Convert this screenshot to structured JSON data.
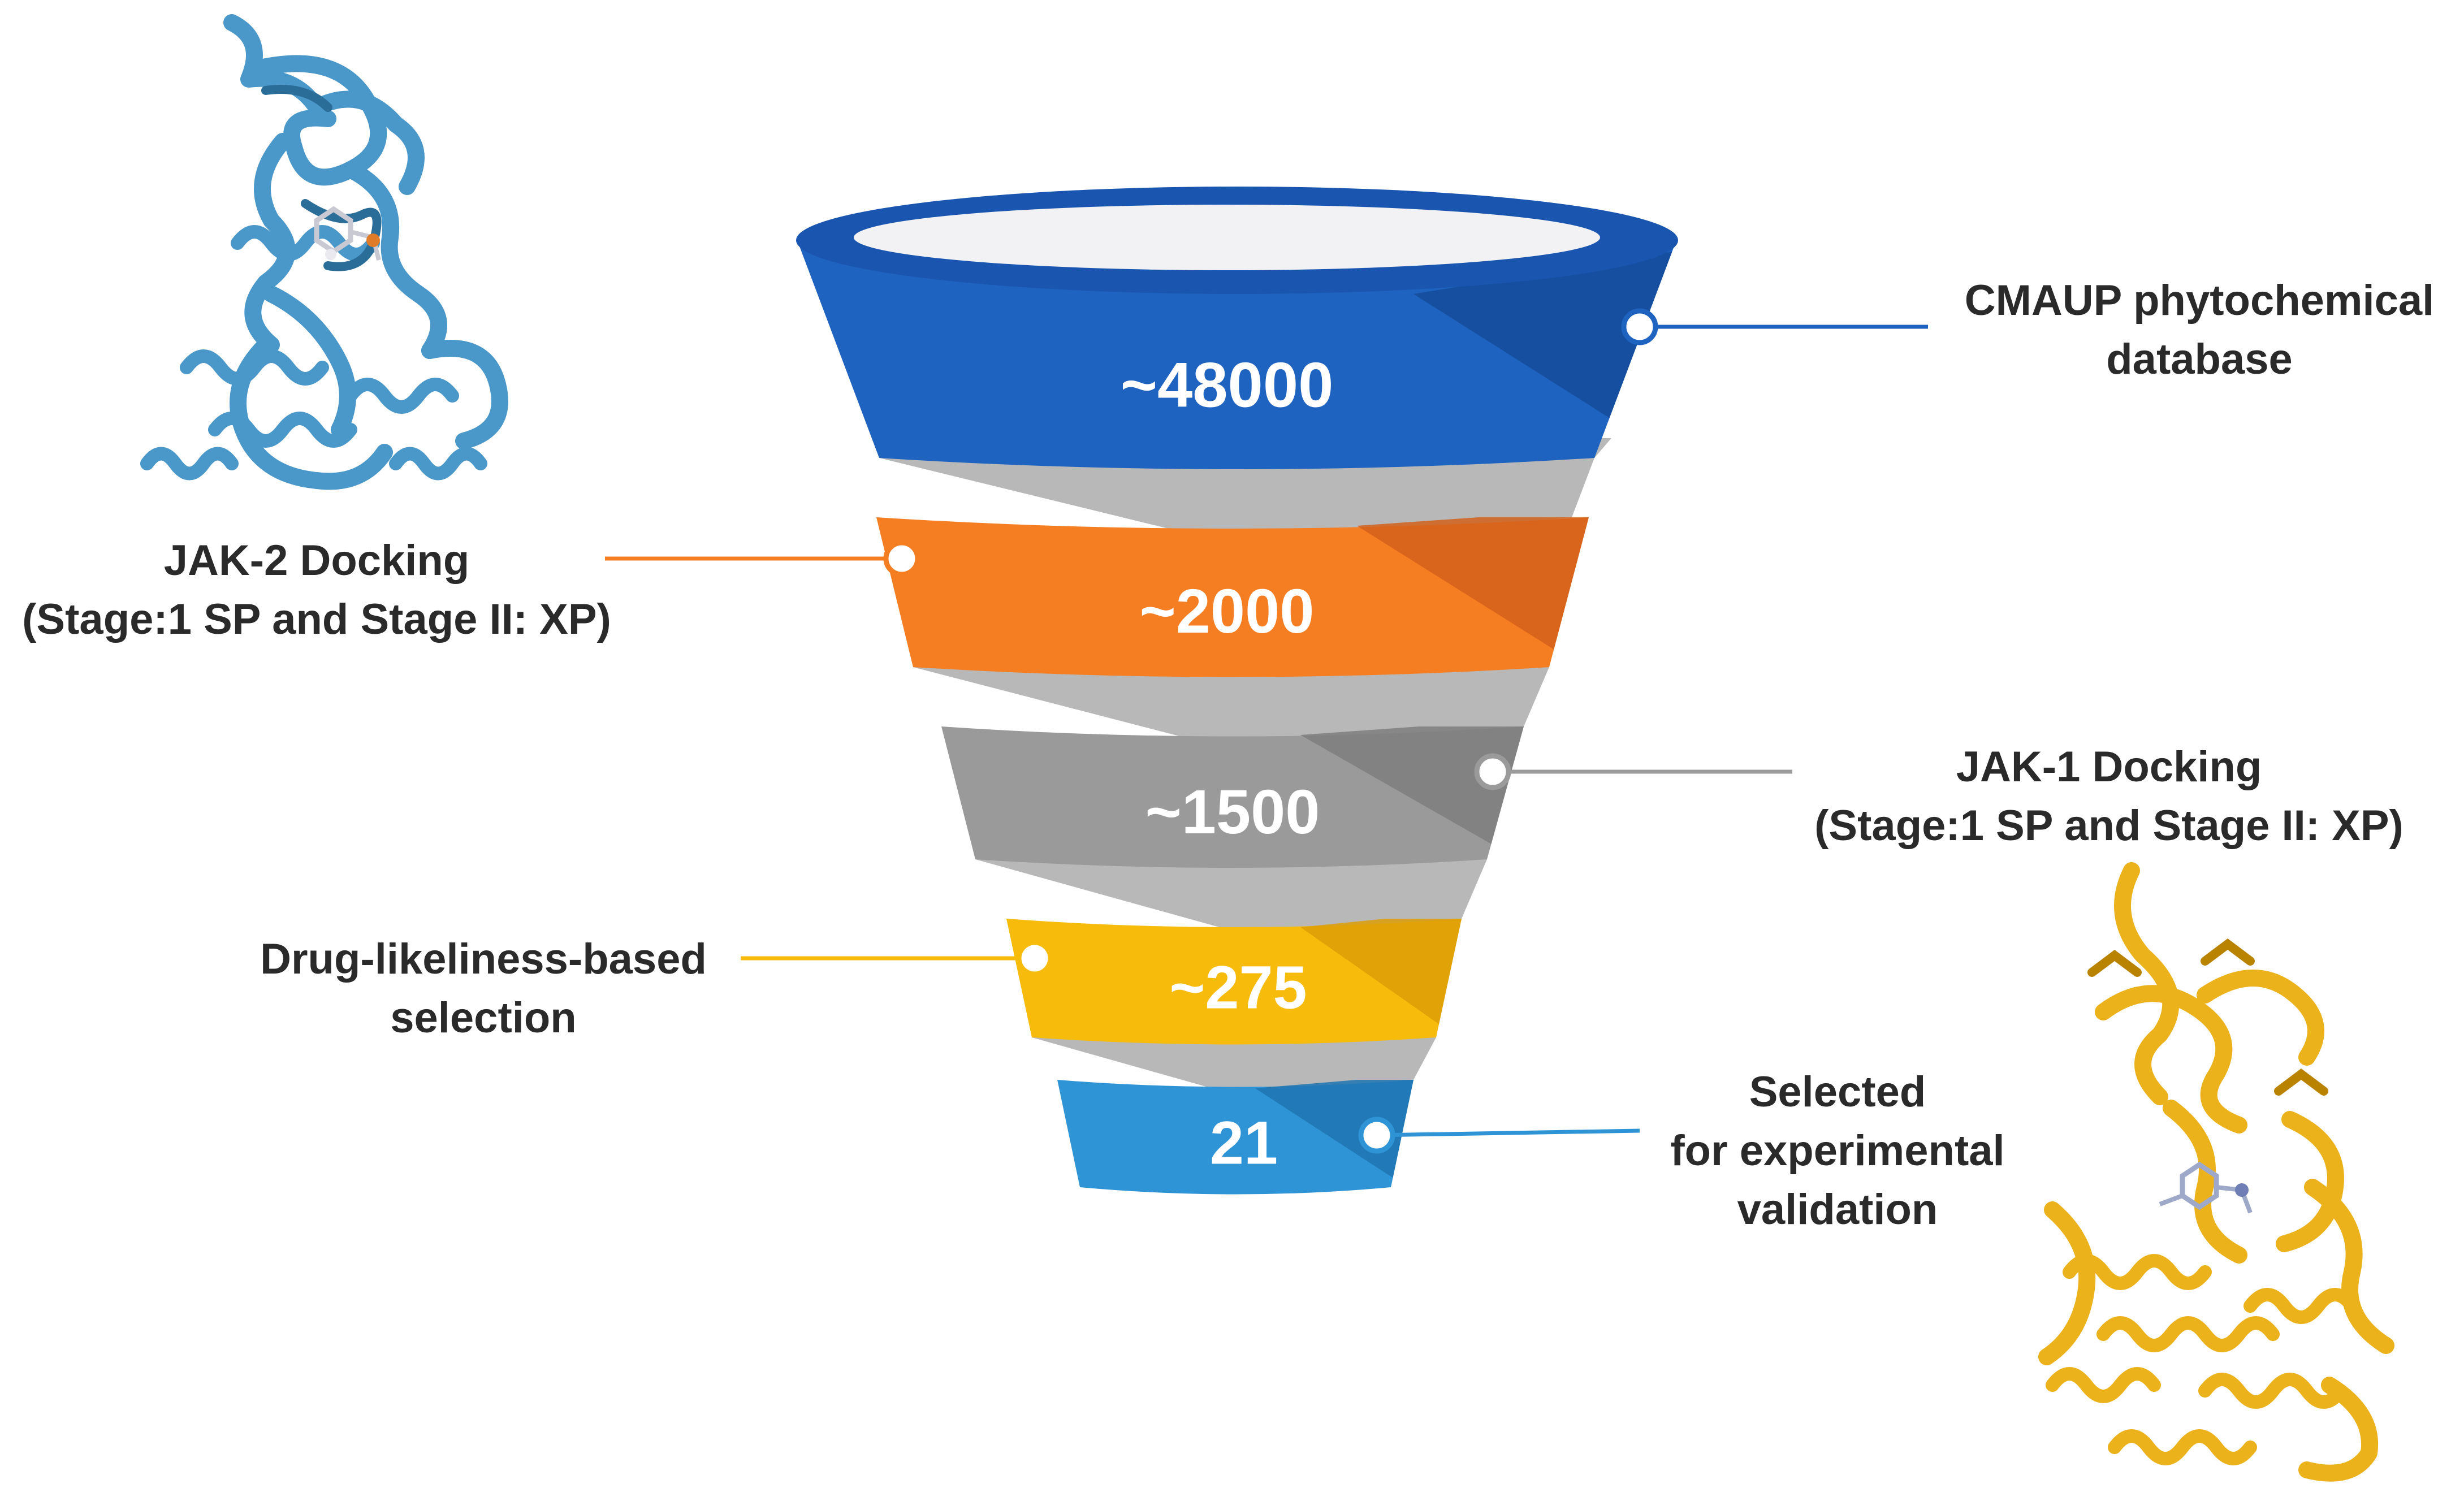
{
  "funnel": {
    "stages": [
      {
        "id": "cmaup",
        "count": "~48000",
        "color": "#1f63c1",
        "shade": "#154b99",
        "label_lines": [
          "CMAUP phytochemical",
          "database"
        ]
      },
      {
        "id": "jak2",
        "count": "~2000",
        "color": "#f57d22",
        "shade": "#d2601a",
        "label_lines": [
          "JAK-2 Docking",
          "(Stage:1 SP and Stage II: XP)"
        ]
      },
      {
        "id": "jak1",
        "count": "~1500",
        "color": "#9a9a9a",
        "shade": "#7e7e7e",
        "label_lines": [
          "JAK-1 Docking",
          "(Stage:1 SP and Stage II: XP)"
        ]
      },
      {
        "id": "druglike",
        "count": "~275",
        "color": "#f7bb0b",
        "shade": "#dc9e07",
        "label_lines": [
          "Drug-likeliness-based",
          "selection"
        ]
      },
      {
        "id": "selected",
        "count": "21",
        "color": "#2e94d6",
        "shade": "#1f74b2",
        "label_lines": [
          "Selected",
          "for experimental",
          "validation"
        ]
      }
    ],
    "ribbon_color": "#b8b8b8",
    "rim_color": "#1a56b0",
    "opening_color": "#f2f2f4"
  },
  "proteins": [
    {
      "name": "jak2-protein-structure",
      "color": "#4a97c9",
      "dark": "#2b6d99"
    },
    {
      "name": "jak1-protein-structure",
      "color": "#ecb21c",
      "dark": "#b98300"
    }
  ]
}
